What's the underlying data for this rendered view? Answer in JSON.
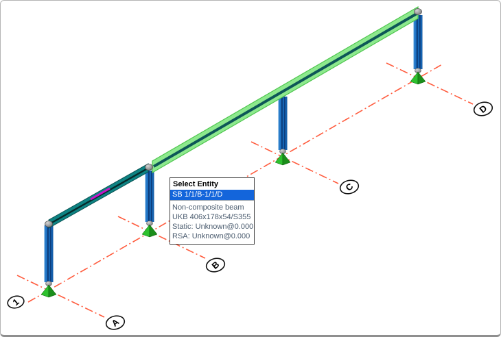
{
  "viewport": {
    "kind": "structural-model-isometric-view"
  },
  "tooltip": {
    "title": "Select Entity",
    "selected_item": "SB 1/1/B-1/1/D",
    "details": {
      "type": "Non-composite beam",
      "section": "UKB 406x178x54/S355",
      "static": "Static: Unknown@0.000",
      "rsa": "RSA: Unknown@0.000"
    }
  },
  "grid": {
    "labels": [
      {
        "id": "1"
      },
      {
        "id": "A"
      },
      {
        "id": "B"
      },
      {
        "id": "C"
      },
      {
        "id": "D"
      }
    ]
  },
  "colors": {
    "grid_line": "#ff5b3d",
    "column_fill": "#1b74c8",
    "column_dark": "#0b3b7a",
    "beam_fill": "#0e8383",
    "beam_edge": "#0a5252",
    "beam_web": "#062a2a",
    "beam_selected_fill": "#8de98d",
    "beam_selected_edge": "#4fc54f",
    "beam_selected_web": "#0d5757",
    "support_light": "#2ec12e",
    "support_dark": "#1b8e1b",
    "node_fill": "#9c9c9c",
    "marker_magenta": "#c714c7",
    "selection_highlight": "#1365db",
    "detail_text": "#4a5b6e"
  }
}
